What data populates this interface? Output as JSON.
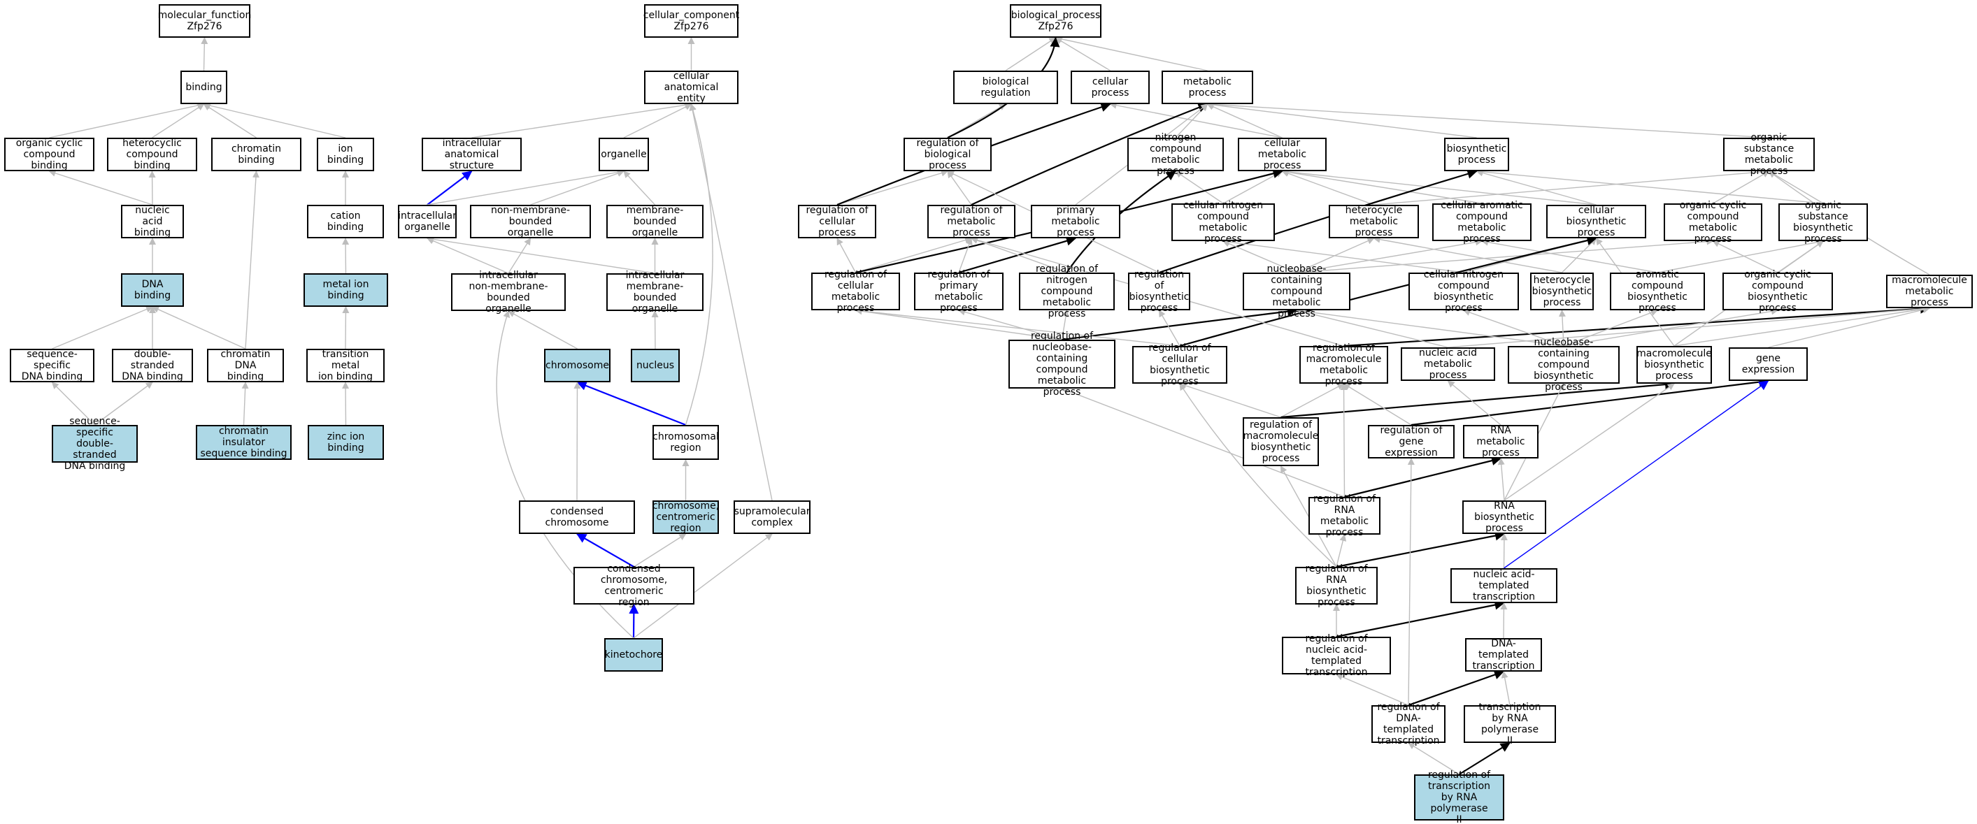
{
  "colors": {
    "highlight": "#add8e6",
    "edge_gray": "#bdbdbd",
    "edge_black": "#000000",
    "edge_blue": "#0000ff"
  },
  "nodes": {
    "mf": "molecular_function\nZfp276",
    "binding": "binding",
    "organic_cyclic_binding": "organic cyclic\ncompound binding",
    "heterocyclic_binding": "heterocyclic\ncompound binding",
    "chromatin_binding": "chromatin binding",
    "ion_binding": "ion binding",
    "nucleic_acid_binding": "nucleic acid\nbinding",
    "cation_binding": "cation binding",
    "dna_binding": "DNA binding",
    "metal_ion_binding": "metal ion binding",
    "seq_specific_dna": "sequence-specific\nDNA binding",
    "ds_dna_binding": "double-stranded\nDNA binding",
    "chromatin_dna_binding": "chromatin DNA\nbinding",
    "transition_metal": "transition metal\nion binding",
    "seq_specific_ds": "sequence-specific\ndouble-stranded\nDNA binding",
    "chromatin_insulator": "chromatin insulator\nsequence binding",
    "zinc_ion": "zinc ion binding",
    "cc": "cellular_component\nZfp276",
    "cell_anat_entity": "cellular anatomical\nentity",
    "intracell_anat": "intracellular\nanatomical structure",
    "organelle": "organelle",
    "intracell_organelle": "intracellular\norganelle",
    "non_mb_organelle": "non-membrane-bounded\norganelle",
    "mb_organelle": "membrane-bounded\norganelle",
    "intracell_non_mb": "intracellular\nnon-membrane-bounded\norganelle",
    "intracell_mb": "intracellular\nmembrane-bounded\norganelle",
    "chromosome": "chromosome",
    "nucleus": "nucleus",
    "chromosomal_region": "chromosomal\nregion",
    "condensed_chromosome": "condensed chromosome",
    "chromosome_centromeric": "chromosome,\ncentromeric\nregion",
    "supramolecular": "supramolecular\ncomplex",
    "condensed_centromeric": "condensed chromosome,\ncentromeric\nregion",
    "kinetochore": "kinetochore",
    "bp": "biological_process\nZfp276",
    "bio_regulation": "biological regulation",
    "cellular_process": "cellular process",
    "metabolic_process": "metabolic process",
    "reg_bio_process": "regulation of\nbiological process",
    "nitrogen_compound_mp": "nitrogen compound\nmetabolic process",
    "cellular_mp": "cellular metabolic\nprocess",
    "biosynthetic_process": "biosynthetic\nprocess",
    "organic_substance_mp": "organic substance\nmetabolic process",
    "reg_cellular_process": "regulation of\ncellular process",
    "reg_metabolic_process": "regulation of\nmetabolic process",
    "primary_mp": "primary metabolic\nprocess",
    "cellular_nitrogen_mp": "cellular nitrogen\ncompound metabolic\nprocess",
    "heterocycle_mp": "heterocycle\nmetabolic process",
    "cellular_aromatic_mp": "cellular aromatic\ncompound metabolic\nprocess",
    "cellular_biosynthetic": "cellular biosynthetic\nprocess",
    "organic_cyclic_mp": "organic cyclic\ncompound metabolic\nprocess",
    "organic_substance_bp": "organic substance\nbiosynthetic\nprocess",
    "reg_cellular_mp": "regulation of\ncellular metabolic\nprocess",
    "reg_primary_mp": "regulation of\nprimary metabolic\nprocess",
    "reg_nitrogen_mp": "regulation of\nnitrogen compound\nmetabolic process",
    "reg_biosynthetic": "regulation of\nbiosynthetic\nprocess",
    "nucleobase_mp": "nucleobase-containing\ncompound metabolic\nprocess",
    "cellular_nitrogen_bp": "cellular nitrogen\ncompound biosynthetic\nprocess",
    "heterocycle_bp": "heterocycle\nbiosynthetic\nprocess",
    "aromatic_bp": "aromatic compound\nbiosynthetic\nprocess",
    "organic_cyclic_bp": "organic cyclic\ncompound biosynthetic\nprocess",
    "macromolecule_mp": "macromolecule\nmetabolic process",
    "reg_nucleobase_mp": "regulation of\nnucleobase-containing\ncompound metabolic\nprocess",
    "reg_cellular_bp": "regulation of\ncellular biosynthetic\nprocess",
    "reg_macromolecule_mp": "regulation of\nmacromolecule\nmetabolic process",
    "nucleic_acid_mp": "nucleic acid\nmetabolic process",
    "nucleobase_bp": "nucleobase-containing\ncompound biosynthetic\nprocess",
    "macromolecule_bp": "macromolecule\nbiosynthetic\nprocess",
    "gene_expression": "gene expression",
    "reg_macromolecule_bp": "regulation of\nmacromolecule\nbiosynthetic\nprocess",
    "reg_gene_expression": "regulation of\ngene expression",
    "rna_mp": "RNA metabolic\nprocess",
    "reg_rna_mp": "regulation of\nRNA metabolic\nprocess",
    "rna_bp": "RNA biosynthetic\nprocess",
    "reg_rna_bp": "regulation of\nRNA biosynthetic\nprocess",
    "na_templated_tx": "nucleic acid-templated\ntranscription",
    "reg_na_templated_tx": "regulation of\nnucleic acid-templated\ntranscription",
    "dna_templated_tx": "DNA-templated\ntranscription",
    "reg_dna_templated_tx": "regulation of\nDNA-templated\ntranscription",
    "tx_rna_pol2": "transcription\nby RNA polymerase\nII",
    "reg_tx_rna_pol2": "regulation of\ntranscription\nby RNA polymerase\nII"
  },
  "highlighted": [
    "dna_binding",
    "metal_ion_binding",
    "seq_specific_ds",
    "chromatin_insulator",
    "zinc_ion",
    "chromosome",
    "nucleus",
    "chromosome_centromeric",
    "kinetochore",
    "reg_tx_rna_pol2"
  ]
}
